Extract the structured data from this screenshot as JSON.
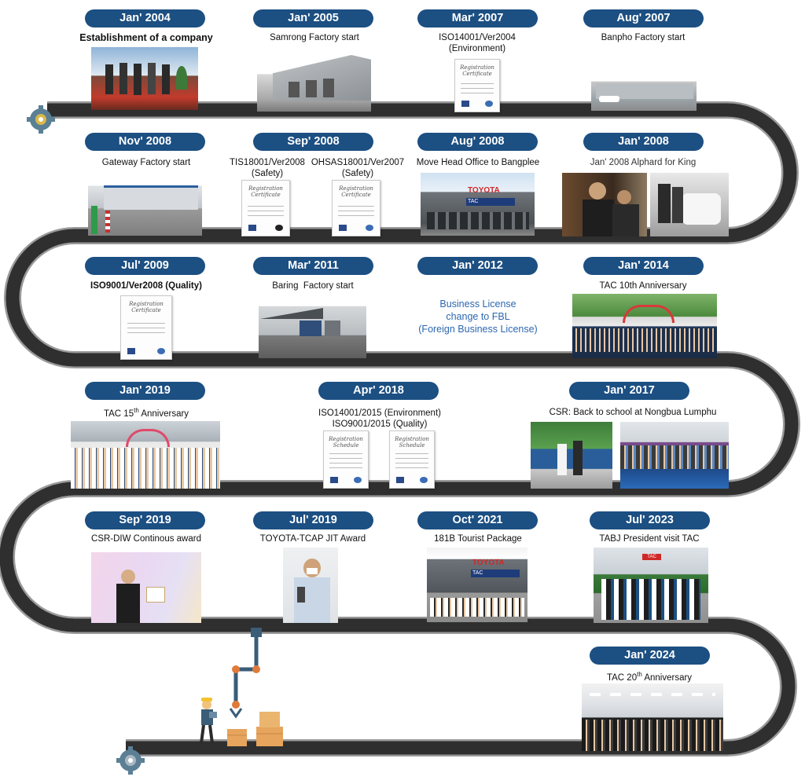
{
  "milestones": [
    {
      "date": "Jan' 2004",
      "caption": "Establishment of a company"
    },
    {
      "date": "Jan' 2005",
      "caption": "Samrong Factory start"
    },
    {
      "date": "Mar' 2007",
      "caption_line1": "ISO14001/Ver2004",
      "caption_line2": "(Environment)"
    },
    {
      "date": "Aug' 2007",
      "caption": "Banpho Factory start"
    },
    {
      "date": "Nov' 2008",
      "caption": "Gateway Factory start"
    },
    {
      "date": "Sep' 2008",
      "caption_a1": "TIS18001/Ver2008",
      "caption_a2": "(Safety)",
      "caption_b1": "OHSAS18001/Ver2007",
      "caption_b2": "(Safety)"
    },
    {
      "date": "Aug' 2008",
      "caption": "Move Head Office to Bangplee"
    },
    {
      "date": "Jan' 2008",
      "caption": "Jan' 2008 Alphard for King"
    },
    {
      "date": "Jul' 2009",
      "caption": "ISO9001/Ver2008 (Quality)"
    },
    {
      "date": "Mar' 2011",
      "caption": "Baring  Factory start"
    },
    {
      "date": "Jan' 2012",
      "caption_line1": "Business License",
      "caption_line2": "change to FBL",
      "caption_line3": "(Foreign Business License)"
    },
    {
      "date": "Jan' 2014",
      "caption": "TAC 10th Anniversary"
    },
    {
      "date": "Jan' 2019",
      "caption_pre": "TAC 15",
      "caption_sup": "th",
      "caption_post": " Anniversary"
    },
    {
      "date": "Apr' 2018",
      "caption_line1": "ISO14001/2015 (Environment)",
      "caption_line2": "ISO9001/2015 (Quality)"
    },
    {
      "date": "Jan' 2017",
      "caption": "CSR: Back to school at Nongbua Lumphu"
    },
    {
      "date": "Sep' 2019",
      "caption": "CSR-DIW Continous award"
    },
    {
      "date": "Jul' 2019",
      "caption": "TOYOTA-TCAP JIT Award"
    },
    {
      "date": "Oct' 2021",
      "caption": "181B Tourist Package"
    },
    {
      "date": "Jul' 2023",
      "caption": "TABJ President visit TAC"
    },
    {
      "date": "Jan' 2024",
      "caption_pre": "TAC 20",
      "caption_sup": "th",
      "caption_post": " Anniversary"
    }
  ],
  "certificates": {
    "registration": "Registration Certificate",
    "schedule": "Registration Schedule"
  },
  "signage": {
    "toyota": "TOYOTA",
    "tac": "TAC"
  },
  "colors": {
    "pill": "#1c4f82",
    "road": "#333333",
    "road_edge": "#8a8a8a",
    "note_blue": "#2c67b0",
    "gear": "#5b7f95",
    "gear_center": "#d9b84a"
  }
}
